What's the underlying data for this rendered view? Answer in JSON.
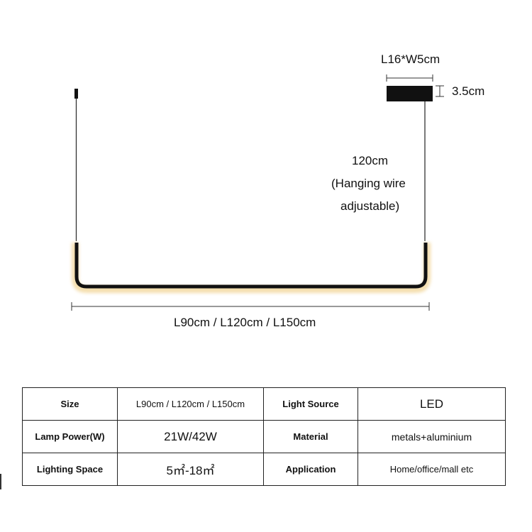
{
  "dimensions": {
    "canopy_size": "L16*W5cm",
    "canopy_height": "3.5cm",
    "wire_length": "120cm",
    "wire_note_line1": "(Hanging wire",
    "wire_note_line2": "adjustable)",
    "lamp_length": "L90cm / L120cm / L150cm"
  },
  "specs": {
    "rows": [
      {
        "label1": "Size",
        "value1": "L90cm / L120cm / L150cm",
        "label2": "Light Source",
        "value2": "LED"
      },
      {
        "label1": "Lamp Power(W)",
        "value1": "21W/42W",
        "label2": "Material",
        "value2": "metals+aluminium"
      },
      {
        "label1": "Lighting Space",
        "value1": "5㎡-18㎡",
        "label2": "Application",
        "value2": "Home/office/mall etc"
      }
    ]
  },
  "colors": {
    "lamp_body": "#111111",
    "glow": "#f3d9a0",
    "line": "#333333"
  }
}
